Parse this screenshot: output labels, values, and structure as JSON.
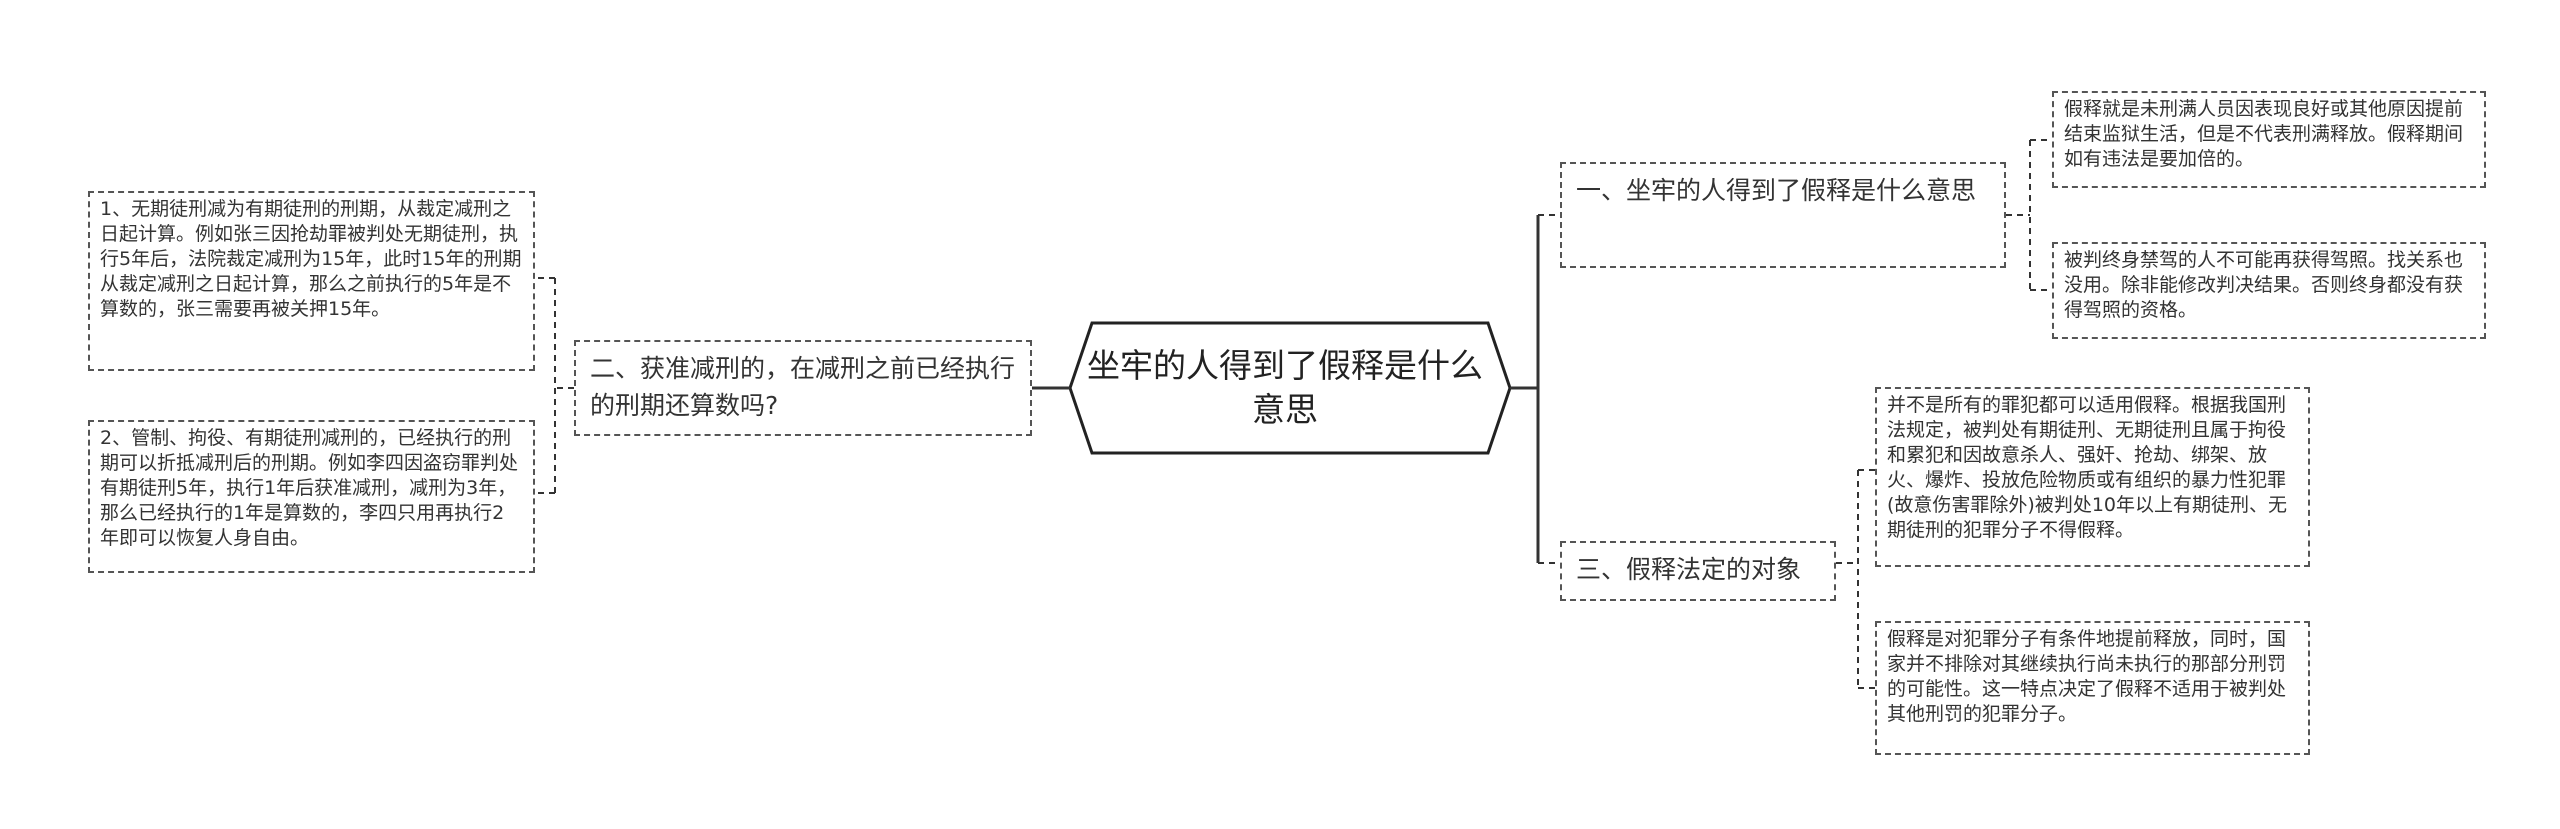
{
  "root": {
    "text": "坐牢的人得到了假释是什么意思"
  },
  "branches": [
    {
      "text": "一、坐牢的人得到了假释是什么意思"
    },
    {
      "text": "二、获准减刑的，在减刑之前已经执行的刑期还算数吗?"
    },
    {
      "text": "三、假释法定的对象"
    }
  ],
  "leaves": [
    {
      "text": "假释就是未刑满人员因表现良好或其他原因提前结束监狱生活，但是不代表刑满释放。假释期间如有违法是要加倍的。"
    },
    {
      "text": "被判终身禁驾的人不可能再获得驾照。找关系也没用。除非能修改判决结果。否则终身都没有获得驾照的资格。"
    },
    {
      "text": "1、无期徒刑减为有期徒刑的刑期，从裁定减刑之日起计算。例如张三因抢劫罪被判处无期徒刑，执行5年后，法院裁定减刑为15年，此时15年的刑期从裁定减刑之日起计算，那么之前执行的5年是不算数的，张三需要再被关押15年。"
    },
    {
      "text": "2、管制、拘役、有期徒刑减刑的，已经执行的刑期可以折抵减刑后的刑期。例如李四因盗窃罪判处有期徒刑5年，执行1年后获准减刑，减刑为3年，那么已经执行的1年是算数的，李四只用再执行2年即可以恢复人身自由。"
    },
    {
      "text": "并不是所有的罪犯都可以适用假释。根据我国刑法规定，被判处有期徒刑、无期徒刑且属于拘役和累犯和因故意杀人、强奸、抢劫、绑架、放火、爆炸、投放危险物质或有组织的暴力性犯罪(故意伤害罪除外)被判处10年以上有期徒刑、无期徒刑的犯罪分子不得假释。"
    },
    {
      "text": "假释是对犯罪分子有条件地提前释放，同时，国家并不排除对其继续执行尚未执行的那部分刑罚的可能性。这一特点决定了假释不适用于被判处其他刑罚的犯罪分子。"
    }
  ],
  "colors": {
    "line": "#333333",
    "border": "#555555",
    "text": "#333333"
  }
}
